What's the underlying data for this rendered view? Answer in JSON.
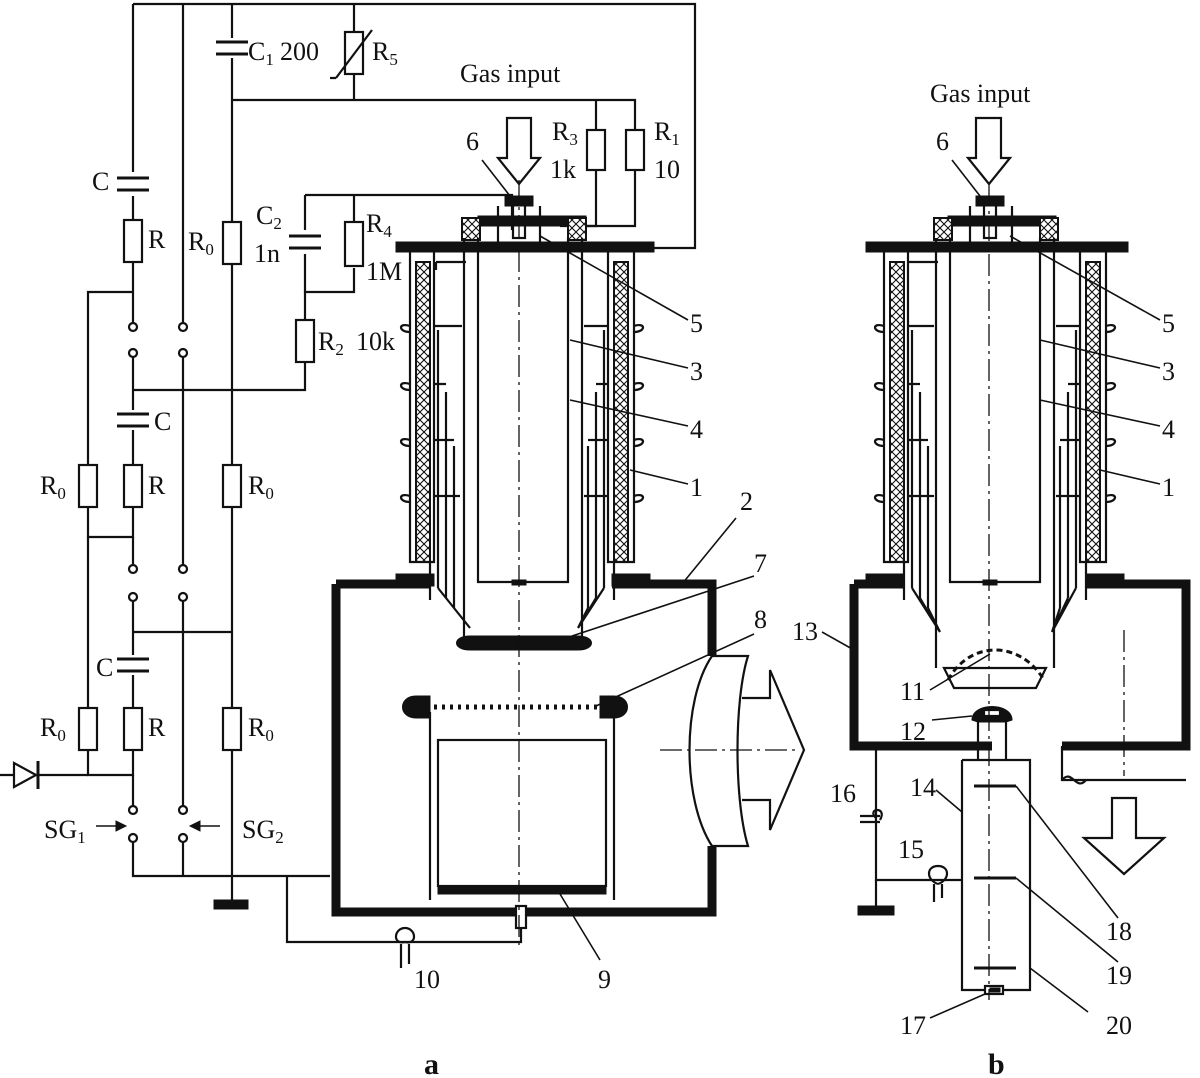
{
  "labels": {
    "gas_input_a": "Gas input",
    "gas_input_b": "Gas input",
    "c1": "C",
    "c1_sub": "1",
    "c1_value": "200",
    "r5": "R",
    "r5_sub": "5",
    "r3": "R",
    "r3_sub": "3",
    "r3_value": "1k",
    "r1": "R",
    "r1_sub": "1",
    "r1_value": "10",
    "c2": "C",
    "c2_sub": "2",
    "c2_value": "1n",
    "r4": "R",
    "r4_sub": "4",
    "r4_value": "1M",
    "r2": "R",
    "r2_sub": "2",
    "r2_value": "10k",
    "c": "C",
    "r": "R",
    "r0": "R",
    "r0_sub": "0",
    "sg1": "SG",
    "sg1_sub": "1",
    "sg2": "SG",
    "sg2_sub": "2",
    "panel_a": "a",
    "panel_b": "b"
  },
  "numbers": {
    "n1": "1",
    "n2": "2",
    "n3": "3",
    "n4": "4",
    "n5": "5",
    "n6": "6",
    "n7": "7",
    "n8": "8",
    "n9": "9",
    "n10": "10",
    "n11": "11",
    "n12": "12",
    "n13": "13",
    "n14": "14",
    "n15": "15",
    "n16": "16",
    "n17": "17",
    "n18": "18",
    "n19": "19",
    "n20": "20"
  },
  "colors": {
    "ink": "#111111",
    "background": "#ffffff"
  }
}
